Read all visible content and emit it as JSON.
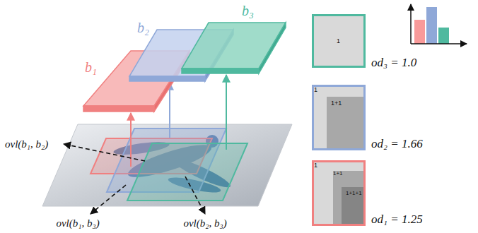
{
  "diagram": {
    "nodes": [
      {
        "text": [
          "1"
        ]
      },
      {
        "text": [
          "1"
        ]
      },
      {
        "text": [
          "1+1"
        ],
        "in": 1
      },
      {
        "text": [
          "1"
        ]
      },
      {
        "text": [
          "1+1"
        ],
        "in": 3
      },
      {
        "text": [
          "1+1+1"
        ],
        "in": 4
      }
    ],
    "labels": [
      "b₁",
      "b₂",
      "b₃",
      "ovl(b₁, b₂)",
      "ovl(b₁, b₃)",
      "ovl(b₂, b₃)",
      "od₃ = 1.0",
      "od₂ = 1.66",
      "od₁ = 1.25"
    ]
  }
}
